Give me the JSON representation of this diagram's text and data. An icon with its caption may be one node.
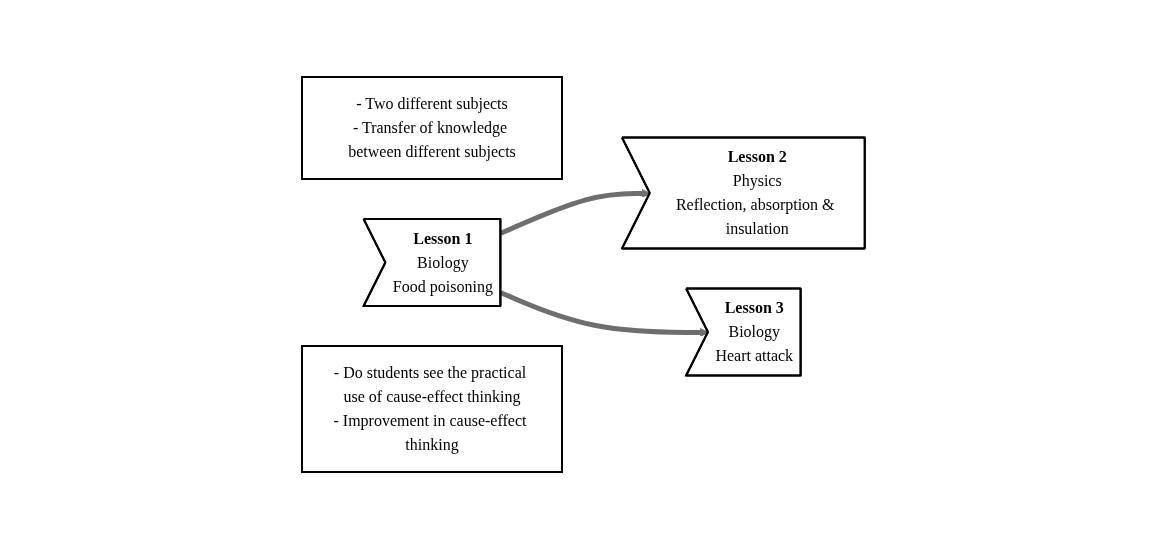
{
  "diagram": {
    "nodes": [
      {
        "text": [
          "- Two different subjects",
          "- Transfer of knowledge between different subjects"
        ]
      },
      {
        "text": [
          "Lesson 1",
          "Biology",
          "Food poisoning"
        ]
      },
      {
        "text": [
          "Lesson 2",
          "Physics",
          "Reflection, absorption & insulation"
        ]
      },
      {
        "text": [
          "Lesson 3",
          "Biology",
          "Heart attack"
        ]
      },
      {
        "text": [
          "- Do students see the practical use of cause-effect thinking",
          "- Improvement in cause-effect thinking"
        ]
      }
    ],
    "edges": [
      {
        "from": 1,
        "to": 2,
        "arrow": "to"
      },
      {
        "from": 1,
        "to": 3,
        "arrow": "to"
      }
    ]
  }
}
